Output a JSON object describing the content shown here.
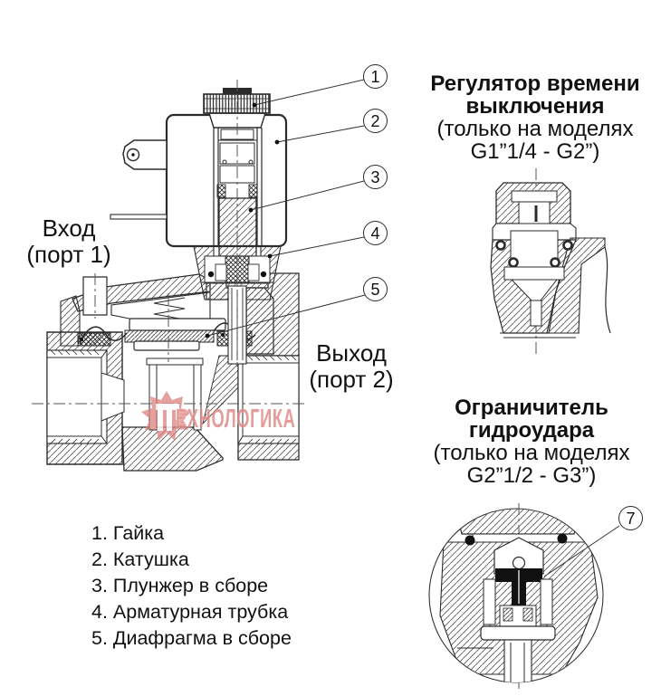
{
  "page": {
    "background": "#ffffff",
    "line_color": "#2b2b2b",
    "watermark_color": "#e08984"
  },
  "main_view": {
    "inlet": {
      "line1": "Вход",
      "line2": "(порт 1)"
    },
    "outlet": {
      "line1": "Выход",
      "line2": "(порт 2)"
    },
    "callouts": [
      "1",
      "2",
      "3",
      "4",
      "5"
    ]
  },
  "detail_top": {
    "title1": "Регулятор времени",
    "title2": "выключения",
    "note1": "(только на моделях",
    "note2": "G1”1/4 - G2”)"
  },
  "detail_bottom": {
    "title1": "Ограничитель",
    "title2": "гидроудара",
    "note1": "(только на моделях",
    "note2": "G2”1/2 - G3”)",
    "callout": "7"
  },
  "legend": [
    "1. Гайка",
    "2. Катушка",
    "3. Плунжер в сборе",
    "4. Арматурная трубка",
    "5. Диафрагма в сборе"
  ],
  "watermark": "ЕХНОЛОГИКА"
}
